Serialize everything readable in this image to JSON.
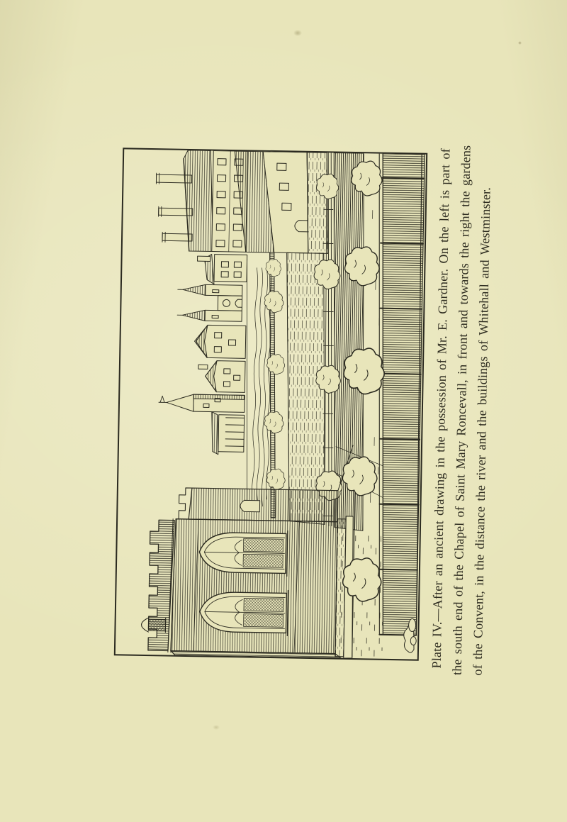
{
  "plate": {
    "label": "Plate IV.",
    "illustration_description": "Pen-and-ink drawing: the south end of the Chapel of Saint Mary Roncevall on the left, the gardens of the Convent in front and towards the right, and in the distance the river and the buildings of Whitehall and Westminster."
  },
  "caption": {
    "lines": [
      "Plate IV.—After an ancient drawing in the possession of Mr. E. Gardner.  On the left is part of",
      "the south end of the Chapel of Saint Mary Roncevall, in front and towards the right the gardens",
      "of the Convent, in the distance the river and the buildings of Whitehall and Westminster."
    ],
    "full_text": "Plate IV.—After an ancient drawing in the possession of Mr. E. Gardner. On the left is part of the south end of the Chapel of Saint Mary Roncevall, in front and towards the right the gardens of the Convent, in the distance the river and the buildings of Whitehall and Westminster."
  },
  "colors": {
    "paper": "#e8e5ba",
    "ink": "#2b2a20"
  }
}
